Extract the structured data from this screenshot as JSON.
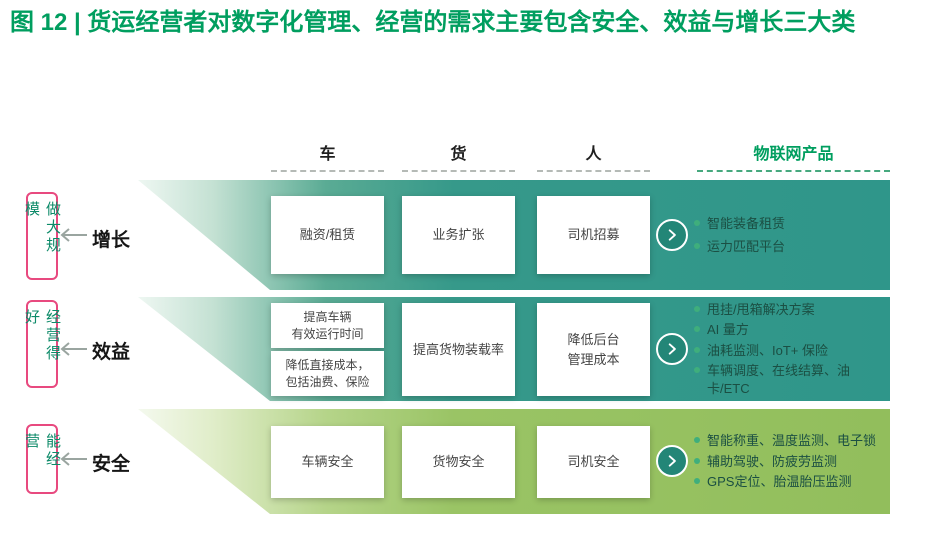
{
  "title": "图 12 | 货运经营者对数字化管理、经营的需求主要包含安全、效益与增长三大类",
  "colors": {
    "title_green": "#009e5f",
    "band_teal": "#2f968a",
    "band_green": "#92be5c",
    "bullet_dot_green": "#3fae7c",
    "bullet_text_green": "#1b4f43",
    "side_box_pink": "#e8497f",
    "side_text_green": "#0c8a68"
  },
  "columns": {
    "vehicle": "车",
    "cargo": "货",
    "person": "人",
    "iot": "物联网产品"
  },
  "rows": [
    {
      "side_label": "做大规模",
      "category": "增长",
      "cards": {
        "vehicle": "融资/租赁",
        "cargo": "业务扩张",
        "person": "司机招募"
      },
      "bullets": [
        "智能装备租赁",
        "运力匹配平台"
      ]
    },
    {
      "side_label": "经营得好",
      "category": "效益",
      "cards": {
        "vehicle_top": "提高车辆\n有效运行时间",
        "vehicle_bottom": "降低直接成本，\n包括油费、保险",
        "cargo": "提高货物装载率",
        "person": "降低后台\n管理成本"
      },
      "bullets": [
        "甩挂/甩箱解决方案",
        "AI 量方",
        "油耗监测、IoT+ 保险",
        "车辆调度、在线结算、油卡/ETC"
      ]
    },
    {
      "side_label": "能经营",
      "category": "安全",
      "cards": {
        "vehicle": "车辆安全",
        "cargo": "货物安全",
        "person": "司机安全"
      },
      "bullets": [
        "智能称重、温度监测、电子锁",
        "辅助驾驶、防疲劳监测",
        "GPS定位、胎温胎压监测"
      ]
    }
  ]
}
